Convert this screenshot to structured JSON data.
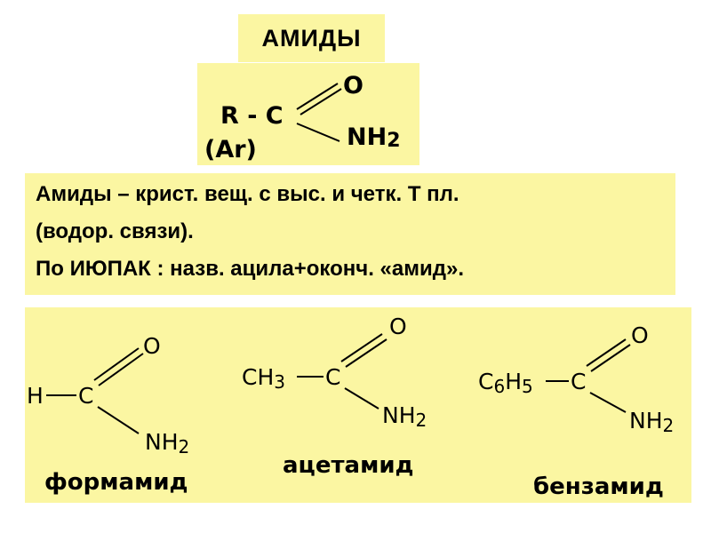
{
  "title": "АМИДЫ",
  "general_formula": {
    "r_group": "R - C",
    "ar_group": "(Ar)",
    "oxygen": "O",
    "amine": "NH",
    "amine_sub": "2"
  },
  "description": {
    "line1": "Амиды – крист. вещ. с выс. и четк. Т пл.",
    "line2": "(водор. связи).",
    "line3": "По ИЮПАК : назв. ацила+оконч. «амид»."
  },
  "examples": {
    "formamide": {
      "h": "H",
      "c": "C",
      "o": "O",
      "n": "NH",
      "n_sub": "2",
      "name": "формамид"
    },
    "acetamide": {
      "ch": "CH",
      "ch_sub": "3",
      "c": "C",
      "o": "O",
      "n": "NH",
      "n_sub": "2",
      "name": "ацетамид"
    },
    "benzamide": {
      "c6": "C",
      "c6_sub": "6",
      "h5": "H",
      "h5_sub": "5",
      "c": "C",
      "o": "O",
      "n": "NH",
      "n_sub": "2",
      "name": "бензамид"
    }
  },
  "colors": {
    "box_background": "#fbf6a2",
    "text": "#000000"
  }
}
